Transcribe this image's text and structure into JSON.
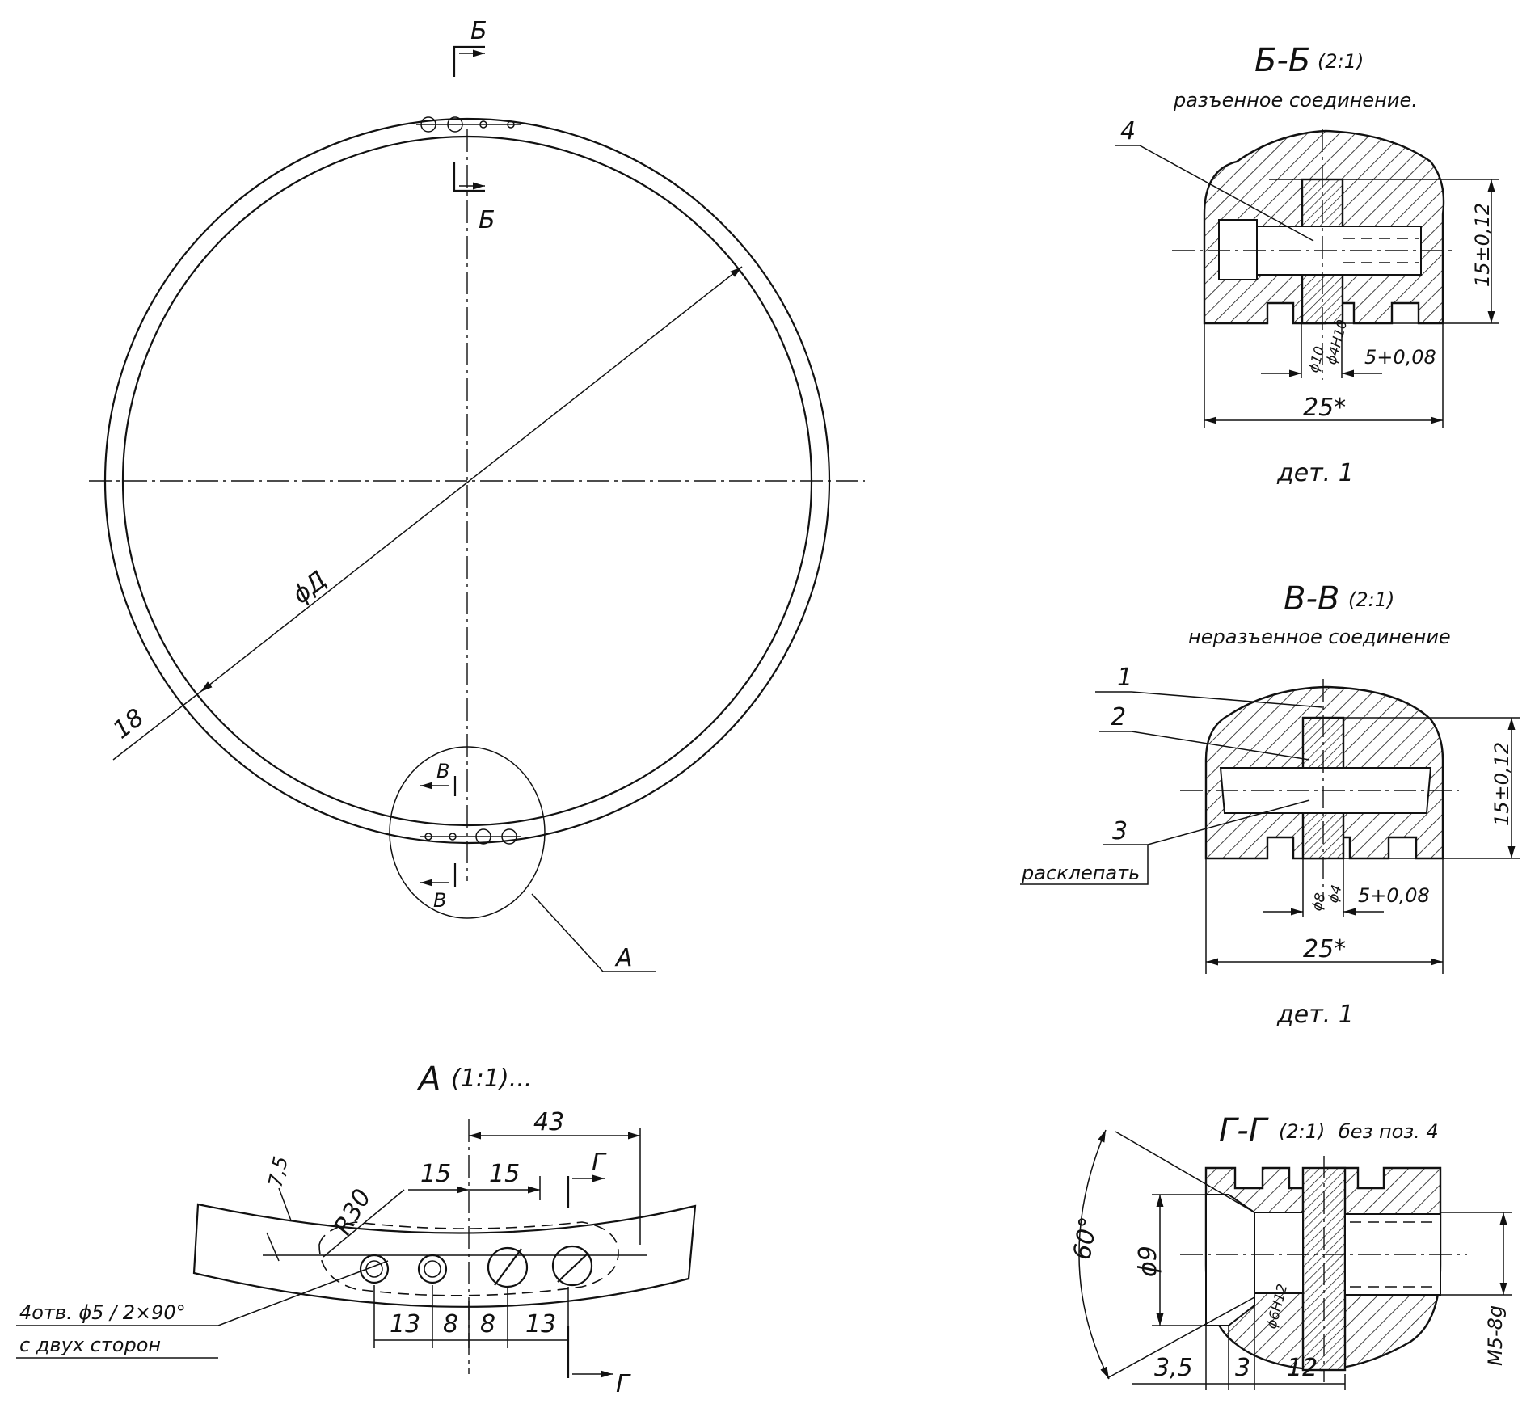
{
  "main_view": {
    "section_b_top": "Б",
    "section_b_bottom": "Б",
    "diameter": "ϕД",
    "thickness": "18",
    "section_v_top": "В",
    "section_v_bottom": "В",
    "detail_callout": "А"
  },
  "section_bb": {
    "title": "Б-Б",
    "scale": "(2:1)",
    "subtitle": "разъенное соединение.",
    "leader_4": "4",
    "height_dim": "15±0,12",
    "width_dim": "25*",
    "slot_dim": "5+0,08",
    "small_dim_1": "ϕ10",
    "small_dim_2": "ϕ4Н10",
    "part_note": "дет. 1"
  },
  "section_vv": {
    "title": "В-В",
    "scale": "(2:1)",
    "subtitle": "неразъенное соединение",
    "leader_1": "1",
    "leader_2": "2",
    "leader_3": "3",
    "rivet_note": "расклепать",
    "height_dim": "15±0,12",
    "width_dim": "25*",
    "slot_dim": "5+0,08",
    "small_dim_1": "ϕ8",
    "small_dim_2": "ϕ4",
    "part_note": "дет. 1"
  },
  "detail_a": {
    "title": "А",
    "scale": "(1:1)...",
    "dim_43": "43",
    "dim_15a": "15",
    "dim_15b": "15",
    "dim_7_5": "7,5",
    "dim_r30": "R30",
    "section_g_top": "Г",
    "section_g_bottom": "Г",
    "dim_13a": "13",
    "dim_8a": "8",
    "dim_8b": "8",
    "dim_13b": "13",
    "hole_note_1": "4отв. ϕ5 / 2×90°",
    "hole_note_2": "с двух сторон"
  },
  "section_gg": {
    "title": "Г-Г",
    "scale": "(2:1)",
    "subtitle": "без поз. 4",
    "angle": "60°",
    "dim_d9": "ϕ9",
    "dim_d6": "ϕ6Н12",
    "thread": "М5-8g",
    "dim_3_5": "3,5",
    "dim_3": "3",
    "dim_12": "12"
  }
}
